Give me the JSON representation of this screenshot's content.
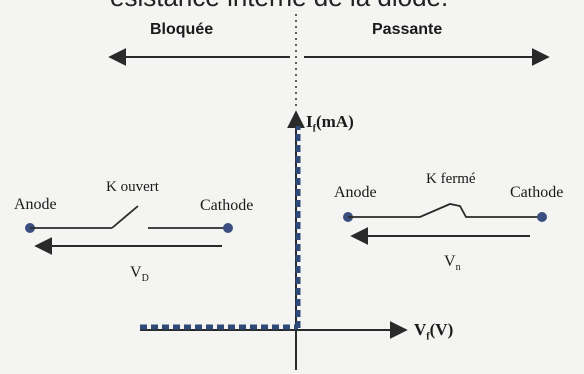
{
  "heading": "ésistance interne de la diode.",
  "regions": {
    "left": "Bloquée",
    "right": "Passante"
  },
  "axes": {
    "y_label": "I",
    "y_sub": "f",
    "y_unit": "(mA)",
    "x_label": "V",
    "x_sub": "f",
    "x_unit": "(V)"
  },
  "off_circuit": {
    "anode": "Anode",
    "switch": "K ouvert",
    "cathode": "Cathode",
    "voltage": "V",
    "voltage_sub": "D"
  },
  "on_circuit": {
    "anode": "Anode",
    "switch": "K fermé",
    "cathode": "Cathode",
    "voltage": "V",
    "voltage_sub": "n"
  },
  "colors": {
    "line": "#2a2a2a",
    "accent": "#2e4a78",
    "terminal": "#3a4f80"
  }
}
